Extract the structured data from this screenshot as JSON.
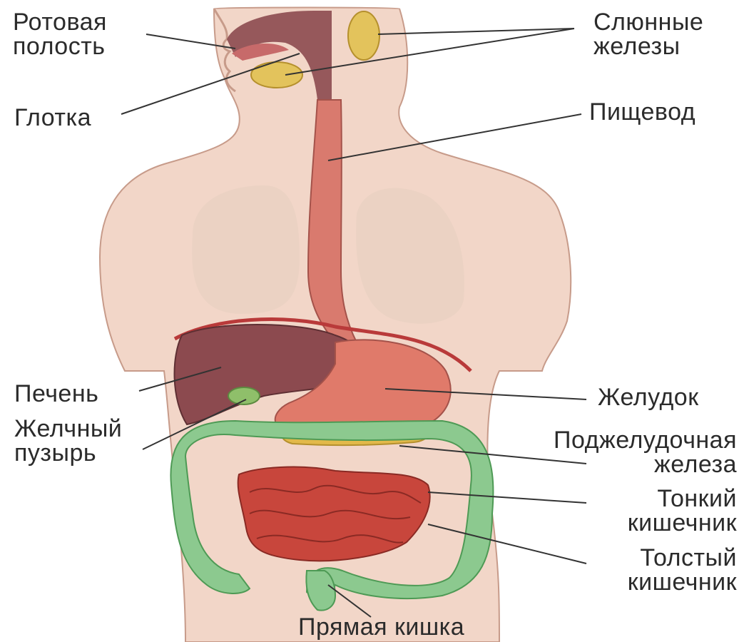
{
  "labels": {
    "oral_cavity": "Ротовая\nполость",
    "salivary_glands": "Слюнные\nжелезы",
    "pharynx": "Глотка",
    "esophagus": "Пищевод",
    "liver": "Печень",
    "stomach": "Желудок",
    "gallbladder": "Желчный\nпузырь",
    "pancreas": "Поджелудочная\nжелеза",
    "small_intestine": "Тонкий\nкишечник",
    "large_intestine": "Толстый\nкишечник",
    "rectum": "Прямая кишка"
  },
  "colors": {
    "skin": "#f2d6c8",
    "skin_outline": "#c79b8a",
    "lung": "#ead1c2",
    "esophagus": "#d97a6e",
    "liver": "#8c4a4f",
    "stomach": "#e07a6a",
    "gallbladder": "#8fbf6a",
    "pancreas": "#e2b94a",
    "small_intestine": "#c8463c",
    "large_intestine": "#8cc98f",
    "salivary_gland": "#e3c35c",
    "diaphragm": "#b93a3a",
    "leader_line": "#333333"
  }
}
